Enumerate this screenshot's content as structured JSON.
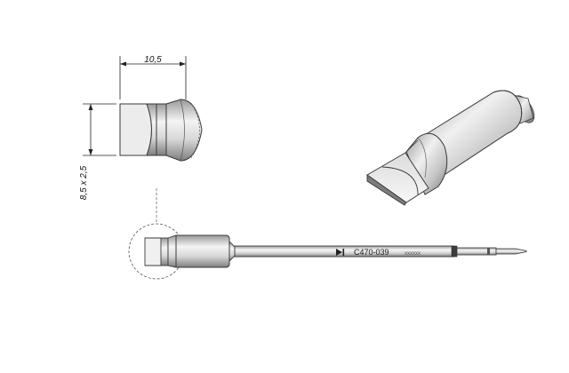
{
  "dimensions": {
    "width_label": "10,5",
    "height_label": "8,5 x 2,5"
  },
  "part": {
    "number": "C470-039",
    "marking": "xxxxxx"
  },
  "colors": {
    "outline": "#3a3a3a",
    "metal_light": "#f2f2f2",
    "metal_mid": "#c9c9c9",
    "metal_dark": "#8a8a8a"
  }
}
